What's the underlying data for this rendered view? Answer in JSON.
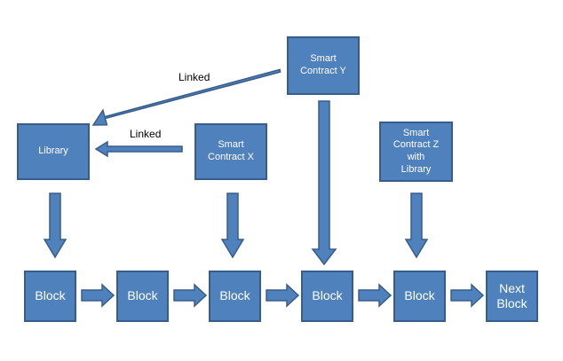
{
  "colors": {
    "box_fill": "#4f81bd",
    "box_border": "#385d8a",
    "text": "#ffffff"
  },
  "nodes": {
    "contract_y": "Smart\nContract Y",
    "library": "Library",
    "contract_x": "Smart\nContract X",
    "contract_z": "Smart\nContract Z\nwith\nLibrary",
    "block1": "Block",
    "block2": "Block",
    "block3": "Block",
    "block4": "Block",
    "block5": "Block",
    "next_block": "Next\nBlock"
  },
  "edges": {
    "linked_top": "Linked",
    "linked_mid": "Linked"
  }
}
